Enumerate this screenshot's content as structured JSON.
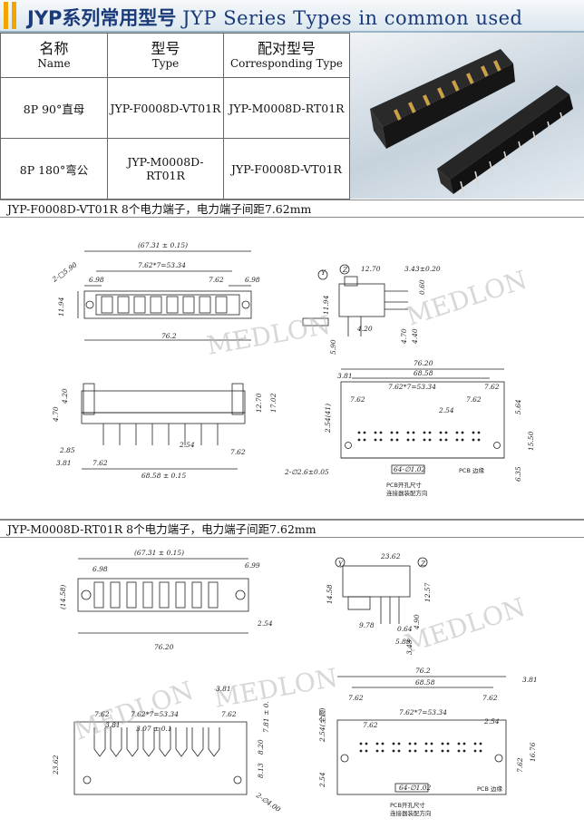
{
  "header": {
    "title_cn": "JYP系列常用型号",
    "title_en": "JYP Series Types in common used",
    "accent": "#f2a400"
  },
  "table": {
    "columns": [
      {
        "cn": "名称",
        "en": "Name"
      },
      {
        "cn": "型号",
        "en": "Type"
      },
      {
        "cn": "配对型号",
        "en": "Corresponding Type"
      }
    ],
    "rows": [
      {
        "name": "8P 90°直母",
        "type": "JYP-F0008D-VT01R",
        "corresponding": "JYP-M0008D-RT01R"
      },
      {
        "name": "8P 180°弯公",
        "type": "JYP-M0008D-RT01R",
        "corresponding": "JYP-F0008D-VT01R"
      }
    ]
  },
  "sections": [
    {
      "caption": "JYP-F0008D-VT01R   8个电力端子，电力端子间距7.62mm",
      "watermark_a": "MEDLON",
      "watermark_b": "MEDLON",
      "dims": {
        "top_overall": "(67.31 ± 0.15)",
        "hole_dia": "2-□5.90",
        "left_off": "6.98",
        "pitch_total": "7.62*7=53.34",
        "pitch": "7.62",
        "right_off": "6.98",
        "height": "11.94",
        "width_total": "76.2",
        "side_1270": "12.70",
        "side_343": "3.43±0.20",
        "side_060": "0.60",
        "side_420": "4.20",
        "side_590": "5.90",
        "side_470": "4.70",
        "side_440": "4.40",
        "front_420": "4.20",
        "front_470": "4.70",
        "front_1270": "12.70",
        "front_1702": "17.02",
        "front_285": "2.85",
        "front_254": "2.54",
        "front_762a": "7.62",
        "front_381": "3.81",
        "front_762b": "7.62",
        "front_6858": "68.58 ± 0.15",
        "pcb_7620": "76.20",
        "pcb_6858": "68.58",
        "pcb_381": "3.81",
        "pcb_pitch_total": "7.62*7=53.34",
        "pcb_762a": "7.62",
        "pcb_762b": "7.62",
        "pcb_762c": "7.62",
        "pcb_254": "2.54",
        "pcb_254_41": "2.54(41)",
        "pcb_564": "5.64",
        "pcb_1550": "15.50",
        "pcb_635": "6.35",
        "pcb_holes": "2-∅2.6±0.05",
        "pcb_pins": "64-∅1.02",
        "pcb_edge": "PCB 边缘",
        "pcb_title": "PCB开孔尺寸",
        "pcb_dir": "连接器装配方向",
        "label_y": "Y",
        "label_z": "Z"
      }
    },
    {
      "caption": "JYP-M0008D-RT01R   8个电力端子，电力端子间距7.62mm",
      "watermark_a": "MEDLON",
      "watermark_b": "MEDLON",
      "dims": {
        "top_overall": "(67.31 ± 0.15)",
        "left_off": "6.98",
        "right_off": "6.99",
        "height": "(14.58)",
        "right_254": "2.54",
        "width_total": "76.20",
        "side_2362": "23.62",
        "side_1458": "14.58",
        "side_1257": "12.57",
        "side_978": "9.78",
        "side_064": "0.64",
        "side_490": "4.90",
        "side_589": "5.89",
        "side_343": "3.43",
        "front_381": "3.81",
        "front_762a": "7.62",
        "front_pitch_total": "7.62*7=53.34",
        "front_762b": "7.62",
        "front_381b": "3.81",
        "front_307": "3.07 ± 0.1",
        "front_781": "7.81 ± 0.",
        "front_2362": "23.62",
        "front_820": "8.20",
        "front_813": "8.13",
        "front_holes": "2-∅4.00",
        "pcb_762": "76.2",
        "pcb_6858": "68.58",
        "pcb_381": "3.81",
        "pcb_762a": "7.62",
        "pcb_762b": "7.62",
        "pcb_pitch_total": "7.62*7=53.34",
        "pcb_762c": "7.62",
        "pcb_254a": "2.54",
        "pcb_254full": "2.54(全圆)",
        "pcb_1676": "16.76",
        "pcb_762d": "7.62",
        "pcb_254b": "2.54",
        "pcb_pins": "64-∅1.02",
        "pcb_edge": "PCB 边缘",
        "pcb_title": "PCB开孔尺寸",
        "pcb_dir": "连接器装配方向",
        "label_y": "Y",
        "label_z": "Z"
      }
    }
  ]
}
